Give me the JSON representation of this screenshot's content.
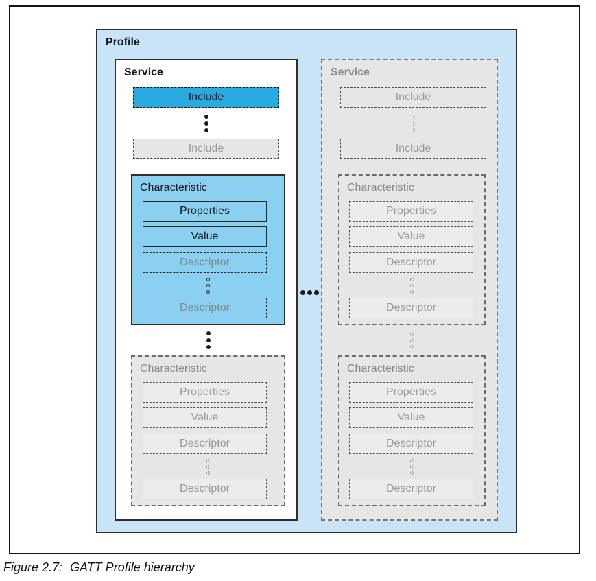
{
  "profile": {
    "label": "Profile"
  },
  "service_active": {
    "label": "Service",
    "include_active": "Include",
    "include_inactive": "Include",
    "characteristic_active": {
      "label": "Characteristic",
      "properties": "Properties",
      "value": "Value",
      "descriptor_first": "Descriptor",
      "descriptor_last": "Descriptor"
    },
    "characteristic_inactive": {
      "label": "Characteristic",
      "properties": "Properties",
      "value": "Value",
      "descriptor_first": "Descriptor",
      "descriptor_last": "Descriptor"
    }
  },
  "service_inactive": {
    "label": "Service",
    "include_first": "Include",
    "include_last": "Include",
    "characteristic_first": {
      "label": "Characteristic",
      "properties": "Properties",
      "value": "Value",
      "descriptor_first": "Descriptor",
      "descriptor_last": "Descriptor"
    },
    "characteristic_last": {
      "label": "Characteristic",
      "properties": "Properties",
      "value": "Value",
      "descriptor_first": "Descriptor",
      "descriptor_last": "Descriptor"
    }
  },
  "caption": {
    "figure_label": "Figure 2.7:",
    "figure_title": "GATT Profile hierarchy"
  },
  "colors": {
    "profile_bg": "#C9E4F7",
    "include_active_bg": "#29ABE2",
    "characteristic_active_bg": "#8BD0F1",
    "inactive_bg": "#E6E6E6",
    "inactive_inner_bg": "#ECECEC",
    "dark_text": "#15151F",
    "gray_bold_text": "#8A8A8A",
    "gray_text": "#9A9A9A",
    "descriptor_on_blue_text": "#7D8A94",
    "frame_border": "#141414"
  }
}
